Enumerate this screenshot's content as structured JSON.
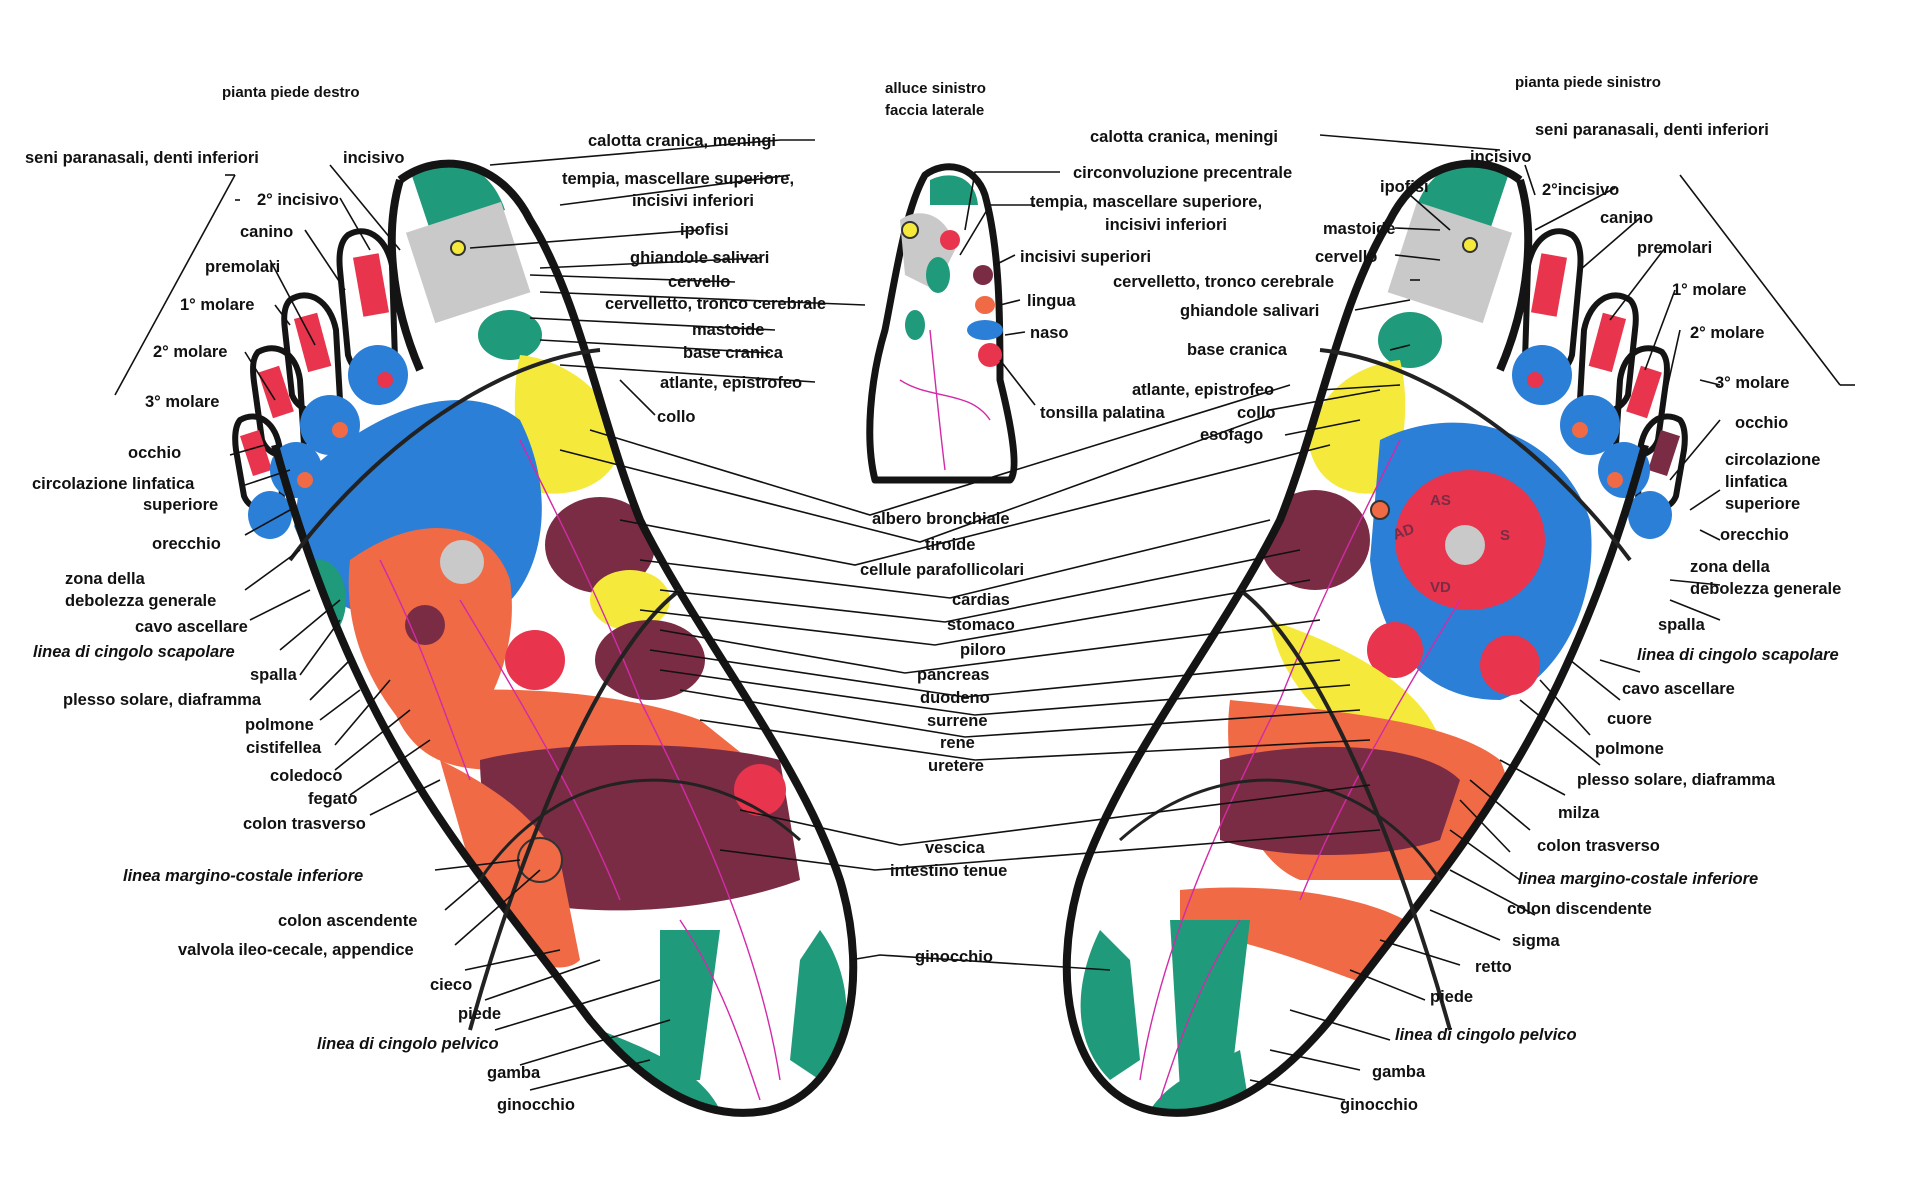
{
  "titles": {
    "right_foot": "pianta piede destro",
    "toe_line1": "alluce sinistro",
    "toe_line2": "faccia laterale",
    "left_foot": "pianta piede sinistro"
  },
  "colors": {
    "teal": "#1f9a7a",
    "blue": "#2b7fd6",
    "yellow": "#f5ea3c",
    "maroon": "#7b2c45",
    "orange": "#f06a45",
    "red": "#e8344d",
    "gray": "#c9c9c9",
    "pink": "#e97aa5"
  },
  "right_foot_labels": {
    "calotta": "calotta cranica, meningi",
    "tempia": "tempia, mascellare superiore,",
    "tempia2": "incisivi inferiori",
    "ipofisi": "ipofisi",
    "ghiandole": "ghiandole salivari",
    "cervello": "cervello",
    "cervelletto": "cervelletto, tronco cerebrale",
    "mastoide": "mastoide",
    "base": "base cranica",
    "atlante": "atlante, epistrofeo",
    "collo": "collo",
    "seni": "seni paranasali, denti inferiori",
    "incisivo": "incisivo",
    "incisivo2": "2° incisivo",
    "canino": "canino",
    "premolari": "premolari",
    "molare1": "1° molare",
    "molare2": "2° molare",
    "molare3": "3° molare",
    "occhio": "occhio",
    "circolazione": "circolazione linfatica",
    "circolazione2": "superiore",
    "orecchio": "orecchio",
    "zona": "zona della",
    "zona2": "debolezza generale",
    "cavo": "cavo ascellare",
    "linea_scap": "linea di cingolo scapolare",
    "spalla": "spalla",
    "plesso": "plesso solare, diaframma",
    "polmone": "polmone",
    "cistifellea": "cistifellea",
    "coledoco": "coledoco",
    "fegato": "fegato",
    "colon_t": "colon trasverso",
    "linea_marg": "linea margino-costale inferiore",
    "colon_a": "colon ascendente",
    "valvola": "valvola ileo-cecale, appendice",
    "cieco": "cieco",
    "piede": "piede",
    "linea_pelv": "linea di cingolo pelvico",
    "gamba": "gamba",
    "ginocchio": "ginocchio"
  },
  "toe_labels": {
    "circonv": "circonvoluzione precentrale",
    "tempia": "tempia, mascellare superiore,",
    "tempia2": "incisivi inferiori",
    "incisivi_sup": "incisivi superiori",
    "lingua": "lingua",
    "naso": "naso",
    "tonsilla": "tonsilla palatina"
  },
  "center_labels": {
    "albero": "albero bronchiale",
    "tiroide": "tiroide",
    "cellule": "cellule parafollicolari",
    "cardias": "cardias",
    "stomaco": "stomaco",
    "piloro": "piloro",
    "pancreas": "pancreas",
    "duodeno": "duodeno",
    "surrene": "surrene",
    "rene": "rene",
    "uretere": "uretere",
    "vescica": "vescica",
    "intestino": "intestino tenue",
    "ginocchio": "ginocchio"
  },
  "left_foot_labels": {
    "calotta": "calotta cranica, meningi",
    "seni": "seni paranasali, denti inferiori",
    "incisivo": "incisivo",
    "ipofisi": "ipofisi",
    "incisivo2": "2°incisivo",
    "mastoide": "mastoide",
    "canino": "canino",
    "cervello": "cervello",
    "premolari": "premolari",
    "cervelletto": "cervelletto, tronco cerebrale",
    "molare1": "1° molare",
    "ghiandole": "ghiandole salivari",
    "molare2": "2° molare",
    "base": "base cranica",
    "molare3": "3° molare",
    "atlante": "atlante, epistrofeo",
    "collo": "collo",
    "esofago": "esofago",
    "occhio": "occhio",
    "circolazione": "circolazione",
    "circolazione2": "linfatica",
    "circolazione3": "superiore",
    "orecchio": "orecchio",
    "zona": "zona della",
    "zona2": "debolezza generale",
    "spalla": "spalla",
    "linea_scap": "linea di cingolo scapolare",
    "cavo": "cavo ascellare",
    "cuore": "cuore",
    "polmone": "polmone",
    "plesso": "plesso solare, diaframma",
    "milza": "milza",
    "colon_t": "colon trasverso",
    "linea_marg": "linea margino-costale inferiore",
    "colon_d": "colon discendente",
    "sigma": "sigma",
    "retto": "retto",
    "piede": "piede",
    "linea_pelv": "linea di cingolo pelvico",
    "gamba": "gamba",
    "ginocchio": "ginocchio"
  },
  "heart_letters": {
    "ad": "AD",
    "as": "AS",
    "vd": "VD",
    "s": "S"
  }
}
